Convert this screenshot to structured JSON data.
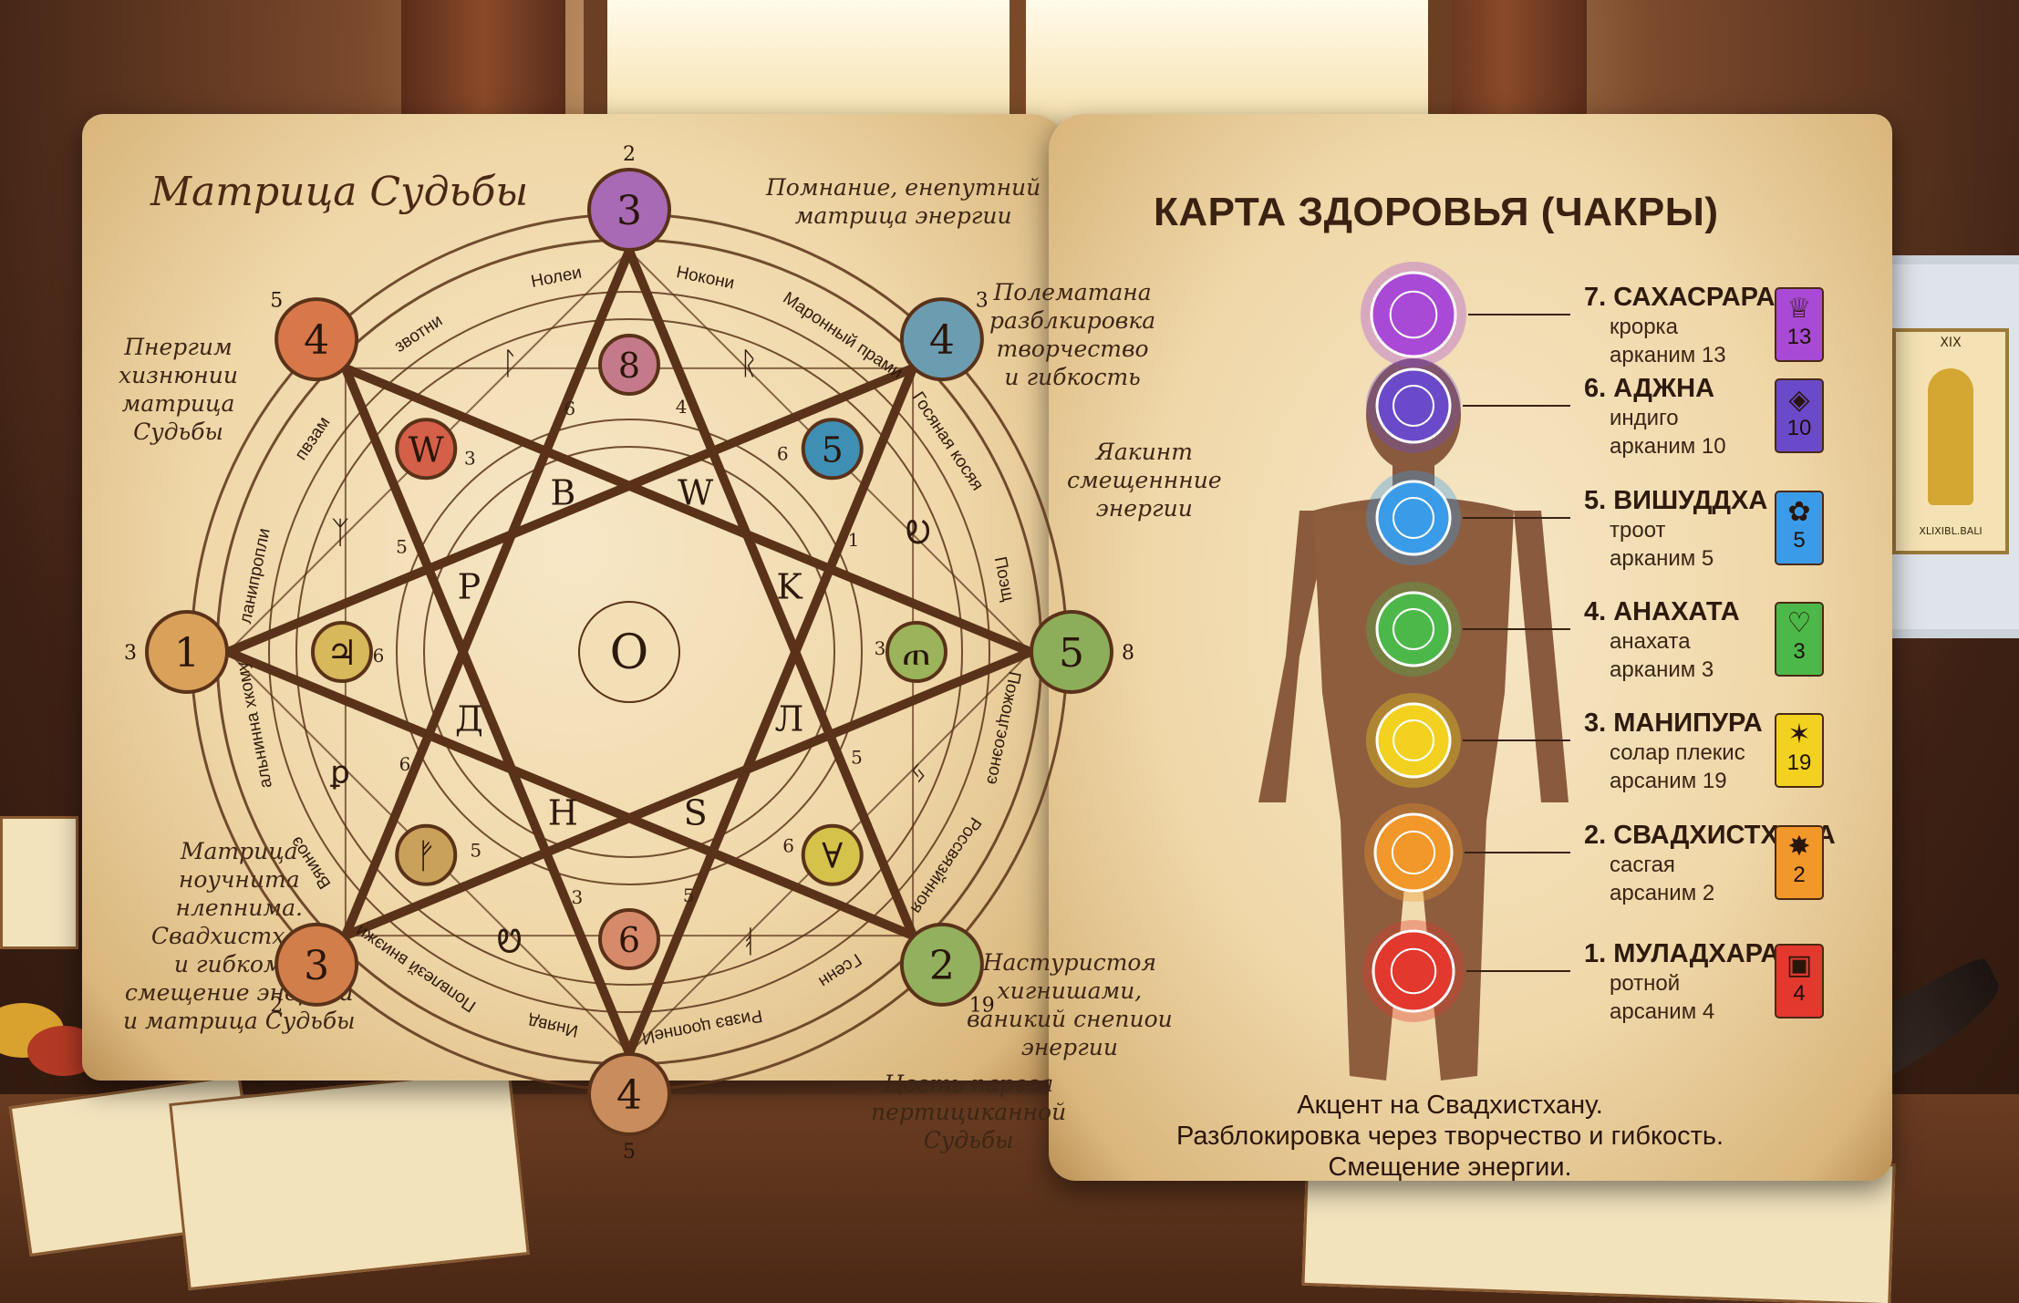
{
  "matrix": {
    "title": "Матрица Судьбы",
    "notes": [
      [
        "Помнание, енепутний",
        "матрица энергии"
      ],
      [
        "Полематана",
        "разблкировка",
        "творчество",
        "и гибкость"
      ],
      [
        "Пнергим",
        "хизнюнии",
        "матрица",
        "Судьбы"
      ],
      [
        "Яакинт",
        "смещеннние",
        "энергии"
      ],
      [
        "Матрица",
        "ноучнита",
        "нлепнима.",
        "Свадхистхана",
        "и гибкоми,",
        "смещение энергии",
        "и матрица Судьбы"
      ],
      [
        "Настуристоя",
        "хигнишами,",
        "ваникий снепиои",
        "энергии"
      ],
      [
        "Цсеть пареза",
        "пертициканной",
        "Судьбы"
      ]
    ],
    "ring_labels": [
      "Нолеи",
      "Нокони",
      "Маронный прами",
      "Госяная косяя",
      "Поэщ",
      "Пожоцгэоэноэ",
      "Россвязйнноя",
      "Гсенн",
      "Ризвэ цоопнеИ",
      "Инявд",
      "Попвлезй вниэжи",
      "Вяиноэ",
      "альнинна хкому",
      "ланипропли",
      "пвзам",
      "звотни"
    ],
    "center": "O",
    "inner_letters": [
      "W",
      "K",
      "Л",
      "S",
      "H",
      "Д",
      "P",
      "B"
    ],
    "points": [
      {
        "big": "3",
        "small": "2"
      },
      {
        "big": "4",
        "small": "3"
      },
      {
        "big": "5",
        "small": "8"
      },
      {
        "big": "2",
        "small": "19"
      },
      {
        "big": "4",
        "small": "5"
      },
      {
        "big": "3",
        "small": "2"
      },
      {
        "big": "1",
        "small": "3"
      },
      {
        "big": "4",
        "small": "5"
      }
    ],
    "inner_nodes": [
      "8",
      "5",
      "ጠ",
      "∀",
      "6",
      "ᚠ",
      "♃",
      "W"
    ],
    "ring_glyphs": [
      "ᚱ",
      "Ꭷ",
      "ᛃ",
      "ᚮ",
      "Ꮼ",
      "ꝑ",
      "ᛉ",
      "ᛚ"
    ],
    "small_numbers": [
      "4",
      "6",
      "1",
      "3",
      "5",
      "6",
      "5",
      "3",
      "5",
      "6",
      "6",
      "5",
      "3",
      "6"
    ]
  },
  "chakra": {
    "title": "КАРТА ЗДОРОВЬЯ (ЧАКРЫ)",
    "items": [
      {
        "name": "7. САХАСРАРА",
        "sub1": "крорка",
        "sub2": "арканим 13",
        "card_num": "13",
        "card_glyph": "♕",
        "color": "#a94ad6"
      },
      {
        "name": "6. АДЖНА",
        "sub1": "индиго",
        "sub2": "арканим 10",
        "card_num": "10",
        "card_glyph": "◈",
        "color": "#6a4ac9"
      },
      {
        "name": "5. ВИШУДДХА",
        "sub1": "троот",
        "sub2": "арканим 5",
        "card_num": "5",
        "card_glyph": "✿",
        "color": "#3a9be8"
      },
      {
        "name": "4. АНАХАТА",
        "sub1": "анахата",
        "sub2": "арканим 3",
        "card_num": "3",
        "card_glyph": "♡",
        "color": "#4cb84a"
      },
      {
        "name": "3. МАНИПУРА",
        "sub1": "солар плекис",
        "sub2": "арсаним 19",
        "card_num": "19",
        "card_glyph": "✶",
        "color": "#f2d21e"
      },
      {
        "name": "2. СВАДХИСТХАНА",
        "sub1": "сасгая",
        "sub2": "арсаним 2",
        "card_num": "2",
        "card_glyph": "✸",
        "color": "#f2972a"
      },
      {
        "name": "1. МУЛАДХАРА",
        "sub1": "ротной",
        "sub2": "арсаним 4",
        "card_num": "4",
        "card_glyph": "▣",
        "color": "#e2382e"
      }
    ],
    "accent": [
      "Акцент на Свадхистхану.",
      "Разблокировка через творчество и гибкость.",
      "Смещение энергии."
    ]
  },
  "tarot": {
    "top": "XIX",
    "bottom": "XLIXIBL.BALI"
  }
}
